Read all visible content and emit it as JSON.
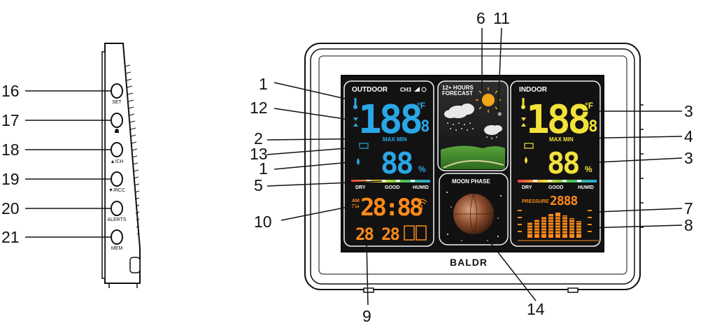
{
  "callouts": [
    "16",
    "17",
    "18",
    "19",
    "20",
    "21",
    "1",
    "12",
    "2",
    "13",
    "1",
    "5",
    "10",
    "6",
    "11",
    "3",
    "4",
    "3",
    "7",
    "8",
    "9",
    "14"
  ],
  "side_buttons": [
    "SET",
    "▲/CH",
    "▼/RCC",
    "ALERTS",
    "MEM"
  ],
  "outdoor": {
    "title": "OUTDOOR",
    "channel": "CH3",
    "temp": "188",
    "temp_dec": ".8",
    "hum": "88",
    "maxmin": "MAX MIN",
    "comfort": [
      "DRY",
      "GOOD",
      "HUMID"
    ]
  },
  "forecast": {
    "title": "12+ HOURS\nFORECAST"
  },
  "indoor": {
    "title": "INDOOR",
    "temp": "188",
    "temp_dec": ".8",
    "hum": "88",
    "maxmin": "MAX MIN",
    "comfort": [
      "DRY",
      "GOOD",
      "HUMID"
    ]
  },
  "clock": {
    "ampm": "AM\nPM",
    "time": "28:88",
    "date1": "28",
    "date2": "28"
  },
  "moon": {
    "title": "MOON PHASE"
  },
  "pressure": {
    "label": "PRESSURE",
    "value": "2888"
  },
  "brand": "BALDR"
}
